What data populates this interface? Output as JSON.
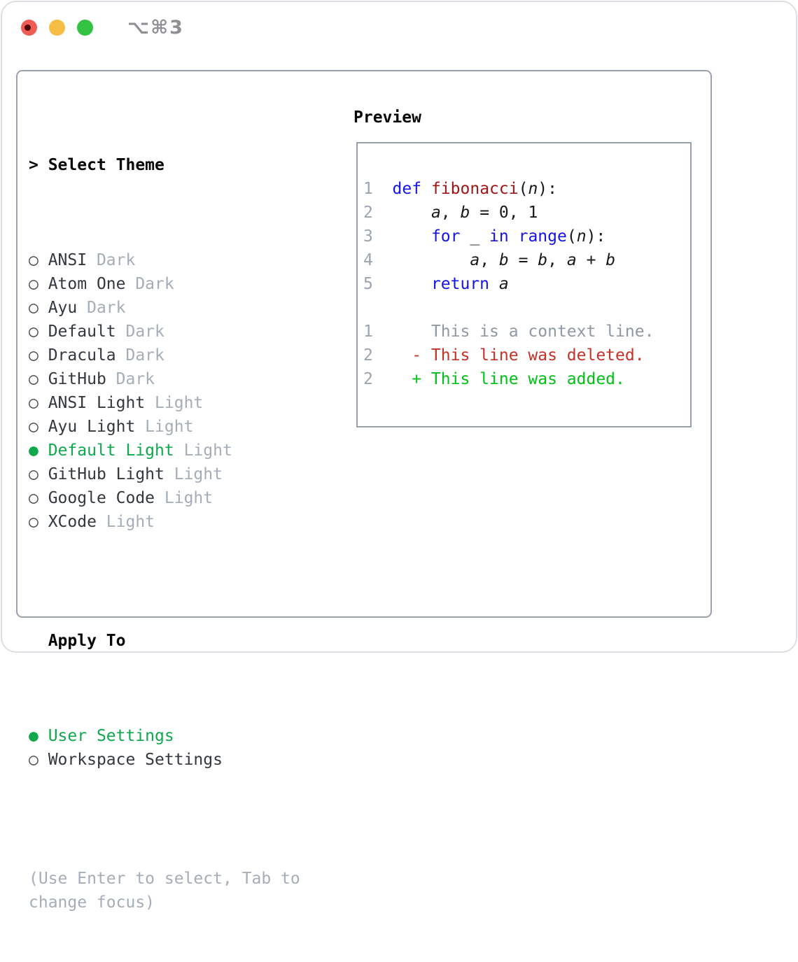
{
  "titlebar": {
    "title": "⌥⌘3"
  },
  "panel": {
    "select_header": {
      "prefix": "> ",
      "label": "Select Theme"
    },
    "themes": [
      {
        "name": "ANSI",
        "variant": "Dark",
        "selected": false
      },
      {
        "name": "Atom One",
        "variant": "Dark",
        "selected": false
      },
      {
        "name": "Ayu",
        "variant": "Dark",
        "selected": false
      },
      {
        "name": "Default",
        "variant": "Dark",
        "selected": false
      },
      {
        "name": "Dracula",
        "variant": "Dark",
        "selected": false
      },
      {
        "name": "GitHub",
        "variant": "Dark",
        "selected": false
      },
      {
        "name": "ANSI Light",
        "variant": "Light",
        "selected": false
      },
      {
        "name": "Ayu Light",
        "variant": "Light",
        "selected": false
      },
      {
        "name": "Default Light",
        "variant": "Light",
        "selected": true
      },
      {
        "name": "GitHub Light",
        "variant": "Light",
        "selected": false
      },
      {
        "name": "Google Code",
        "variant": "Light",
        "selected": false
      },
      {
        "name": "XCode",
        "variant": "Light",
        "selected": false
      }
    ],
    "apply_header": "Apply To",
    "apply_options": [
      {
        "name": "User Settings",
        "selected": true
      },
      {
        "name": "Workspace Settings",
        "selected": false
      }
    ],
    "radio_unselected_glyph": "○",
    "radio_selected_glyph": "●",
    "hint": "(Use Enter to select, Tab to change focus)"
  },
  "preview": {
    "title": "Preview",
    "lines": [
      {
        "num": "1",
        "segments": [
          [
            "def",
            "kw"
          ],
          [
            " ",
            "df"
          ],
          [
            "fibonacci",
            "fn"
          ],
          [
            "(",
            "df"
          ],
          [
            "n",
            "va"
          ],
          [
            "):",
            "df"
          ]
        ]
      },
      {
        "num": "2",
        "segments": [
          [
            "    ",
            "df"
          ],
          [
            "a",
            "va"
          ],
          [
            ", ",
            "df"
          ],
          [
            "b",
            "va"
          ],
          [
            " = 0, 1",
            "df"
          ]
        ]
      },
      {
        "num": "3",
        "segments": [
          [
            "    ",
            "df"
          ],
          [
            "for",
            "kw"
          ],
          [
            " _ ",
            "df"
          ],
          [
            "in",
            "kw"
          ],
          [
            " ",
            "df"
          ],
          [
            "range",
            "kw"
          ],
          [
            "(",
            "df"
          ],
          [
            "n",
            "va"
          ],
          [
            "):",
            "df"
          ]
        ]
      },
      {
        "num": "4",
        "segments": [
          [
            "        ",
            "df"
          ],
          [
            "a",
            "va"
          ],
          [
            ", ",
            "df"
          ],
          [
            "b",
            "va"
          ],
          [
            " = ",
            "df"
          ],
          [
            "b",
            "va"
          ],
          [
            ", ",
            "df"
          ],
          [
            "a",
            "va"
          ],
          [
            " + ",
            "df"
          ],
          [
            "b",
            "va"
          ]
        ]
      },
      {
        "num": "5",
        "segments": [
          [
            "    ",
            "df"
          ],
          [
            "return",
            "kw"
          ],
          [
            " ",
            "df"
          ],
          [
            "a",
            "va"
          ]
        ]
      },
      {
        "num": "",
        "segments": []
      },
      {
        "num": "1",
        "segments": [
          [
            "    This is a context line.",
            "ctx"
          ]
        ]
      },
      {
        "num": "2",
        "segments": [
          [
            "  - This line was deleted.",
            "del"
          ]
        ]
      },
      {
        "num": "2",
        "segments": [
          [
            "  + This line was added.",
            "add"
          ]
        ]
      }
    ]
  },
  "colors": {
    "panel_border": "#98a1ac",
    "selection_green": "#0fa84e",
    "dim_gray": "#a4aeb8",
    "line_number_gray": "#9aa5b0",
    "radio_gray": "#3f454c",
    "keyword_blue": "#1414e8",
    "function_dark_red": "#a31515",
    "diff_deleted_red": "#c53227",
    "diff_added_green": "#00c215",
    "context_gray": "#8e99a4",
    "traffic_red": "#f05c54",
    "traffic_yellow": "#f6bd44",
    "traffic_green": "#33c241"
  }
}
